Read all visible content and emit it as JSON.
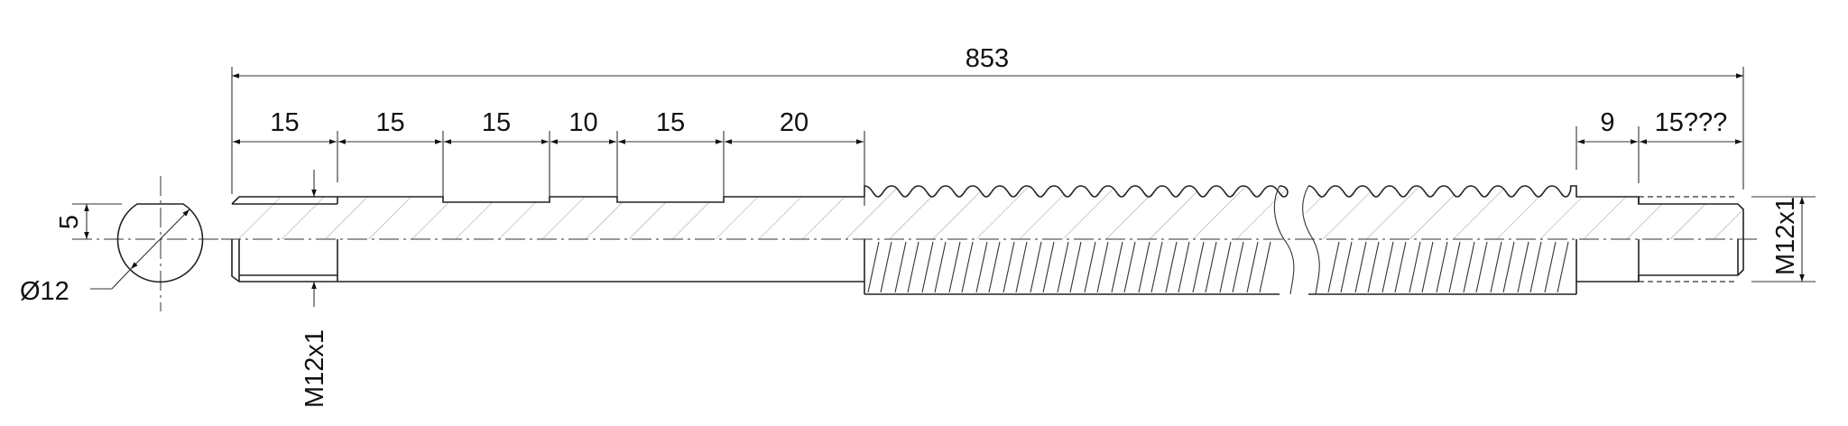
{
  "drawing": {
    "overall_length": "853",
    "segments_left": [
      "15",
      "15",
      "15",
      "10",
      "15",
      "20"
    ],
    "segments_right": [
      "9",
      "15???"
    ],
    "flat_depth": "5",
    "diameter": "Ø12",
    "thread_left": "M12x1",
    "thread_right": "M12x1"
  }
}
